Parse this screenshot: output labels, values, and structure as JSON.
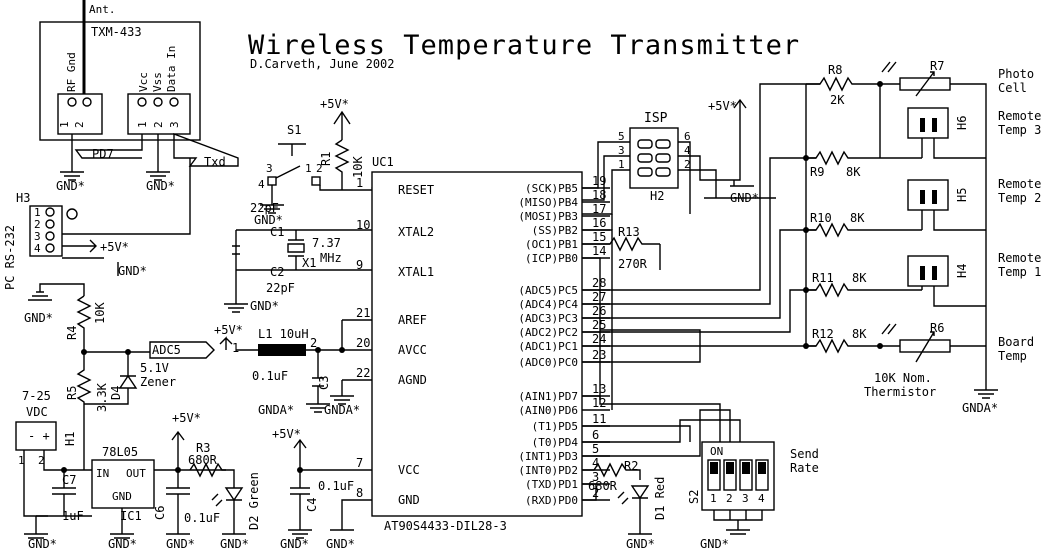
{
  "title": "Wireless Temperature Transmitter",
  "author_line": "D.Carveth, June 2002",
  "mcu": {
    "ref": "UC1",
    "part": "AT90S4433-DIL28-3",
    "left_pins": [
      {
        "num": "1",
        "name": "RESET"
      },
      {
        "num": "10",
        "name": "XTAL2"
      },
      {
        "num": "9",
        "name": "XTAL1"
      },
      {
        "num": "21",
        "name": "AREF"
      },
      {
        "num": "20",
        "name": "AVCC"
      },
      {
        "num": "22",
        "name": "AGND"
      },
      {
        "num": "7",
        "name": "VCC"
      },
      {
        "num": "8",
        "name": "GND"
      }
    ],
    "right_pins": [
      {
        "num": "19",
        "name": "(SCK)PB5"
      },
      {
        "num": "18",
        "name": "(MISO)PB4"
      },
      {
        "num": "17",
        "name": "(MOSI)PB3"
      },
      {
        "num": "16",
        "name": "(SS)PB2"
      },
      {
        "num": "15",
        "name": "(OC1)PB1"
      },
      {
        "num": "14",
        "name": "(ICP)PB0"
      },
      {
        "num": "28",
        "name": "(ADC5)PC5"
      },
      {
        "num": "27",
        "name": "(ADC4)PC4"
      },
      {
        "num": "26",
        "name": "(ADC3)PC3"
      },
      {
        "num": "25",
        "name": "(ADC2)PC2"
      },
      {
        "num": "24",
        "name": "(ADC1)PC1"
      },
      {
        "num": "23",
        "name": "(ADC0)PC0"
      },
      {
        "num": "13",
        "name": "(AIN1)PD7"
      },
      {
        "num": "12",
        "name": "(AIN0)PD6"
      },
      {
        "num": "11",
        "name": "(T1)PD5"
      },
      {
        "num": "6",
        "name": "(T0)PD4"
      },
      {
        "num": "5",
        "name": "(INT1)PD3"
      },
      {
        "num": "4",
        "name": "(INT0)PD2"
      },
      {
        "num": "3",
        "name": "(TXD)PD1"
      },
      {
        "num": "2",
        "name": "(RXD)PD0"
      }
    ]
  },
  "labels": {
    "ant": "Ant.",
    "txm": "TXM-433",
    "rf_gnd": "RF Gnd",
    "vcc_vss_data": [
      "Vcc",
      "Vss",
      "Data In"
    ],
    "pd7": "PD7",
    "txd": "Txd",
    "gnd": "GND*",
    "gnda": "GNDA*",
    "plus5v": "+5V*",
    "h3": "H3",
    "pc_rs232": "PC RS-232",
    "s1": "S1",
    "r1": "R1",
    "r1_val": "10K",
    "c1": "C1",
    "c1_val": "22pF",
    "c2": "C2",
    "c2_val": "22pF",
    "x1": "X1",
    "x1_val_a": "7.37",
    "x1_val_b": "MHz",
    "isp": "ISP",
    "h2": "H2",
    "r13": "R13",
    "r13_val": "270R",
    "adc5": "ADC5",
    "r4": "R4",
    "r4_val": "10K",
    "r5": "R5",
    "r5_val": "3.3K",
    "d4": "D4",
    "zener_a": "5.1V",
    "zener_b": "Zener",
    "l1": "L1 10uH",
    "c3": "C3",
    "c3_val": "0.1uF",
    "vdc_a": "7-25",
    "vdc_b": "VDC",
    "h1": "H1",
    "ic1_part": "78L05",
    "ic1": "IC1",
    "ic1_in": "IN",
    "ic1_out": "OUT",
    "ic1_gnd": "GND",
    "c7": "C7",
    "c7_val": "1uF",
    "c6": "C6",
    "c6_val": "0.1uF",
    "r3": "R3",
    "r3_val": "680R",
    "d2": "D2 Green",
    "c4": "C4",
    "c4_val": "0.1uF",
    "r2": "R2",
    "r2_val": "680R",
    "d1": "D1 Red",
    "s2": "S2",
    "dip_on": "ON",
    "dip_nums": [
      "1",
      "2",
      "3",
      "4"
    ],
    "send_rate_a": "Send",
    "send_rate_b": "Rate",
    "r8": "R8",
    "r8_val": "2K",
    "r7": "R7",
    "photo_a": "Photo",
    "photo_b": "Cell",
    "h6": "H6",
    "remote3_a": "Remote",
    "remote3_b": "Temp 3",
    "r9": "R9",
    "r9_val": "8K",
    "h5": "H5",
    "remote2_a": "Remote",
    "remote2_b": "Temp 2",
    "r10": "R10",
    "r10_val": "8K",
    "h4": "H4",
    "remote1_a": "Remote",
    "remote1_b": "Temp 1",
    "r11": "R11",
    "r11_val": "8K",
    "r12": "R12",
    "r12_val": "8K",
    "r6": "R6",
    "board_a": "Board",
    "board_b": "Temp",
    "therm_a": "10K Nom.",
    "therm_b": "Thermistor",
    "pin1": "1",
    "pin2": "2",
    "pin3": "3",
    "pin4": "4",
    "pin5": "5",
    "pin6": "6"
  }
}
